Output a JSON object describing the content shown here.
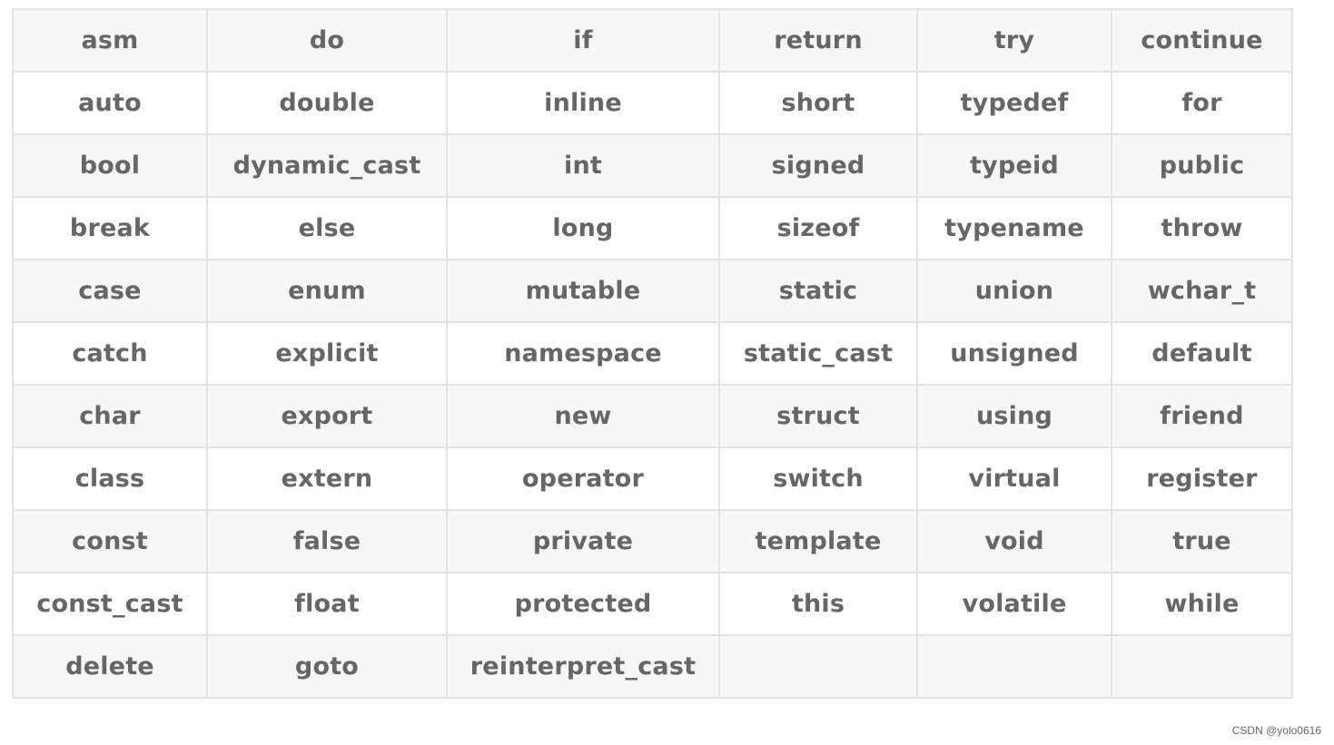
{
  "table": {
    "rows": [
      [
        "asm",
        "do",
        "if",
        "return",
        "try",
        "continue"
      ],
      [
        "auto",
        "double",
        "inline",
        "short",
        "typedef",
        "for"
      ],
      [
        "bool",
        "dynamic_cast",
        "int",
        "signed",
        "typeid",
        "public"
      ],
      [
        "break",
        "else",
        "long",
        "sizeof",
        "typename",
        "throw"
      ],
      [
        "case",
        "enum",
        "mutable",
        "static",
        "union",
        "wchar_t"
      ],
      [
        "catch",
        "explicit",
        "namespace",
        "static_cast",
        "unsigned",
        "default"
      ],
      [
        "char",
        "export",
        "new",
        "struct",
        "using",
        "friend"
      ],
      [
        "class",
        "extern",
        "operator",
        "switch",
        "virtual",
        "register"
      ],
      [
        "const",
        "false",
        "private",
        "template",
        "void",
        "true"
      ],
      [
        "const_cast",
        "float",
        "protected",
        "this",
        "volatile",
        "while"
      ],
      [
        "delete",
        "goto",
        "reinterpret_cast",
        "",
        "",
        ""
      ]
    ]
  },
  "watermark": "CSDN @yolo0616",
  "colors": {
    "text": "#666666",
    "border": "#e2e2e2",
    "row_alt": "#f7f7f7",
    "row_base": "#ffffff"
  }
}
